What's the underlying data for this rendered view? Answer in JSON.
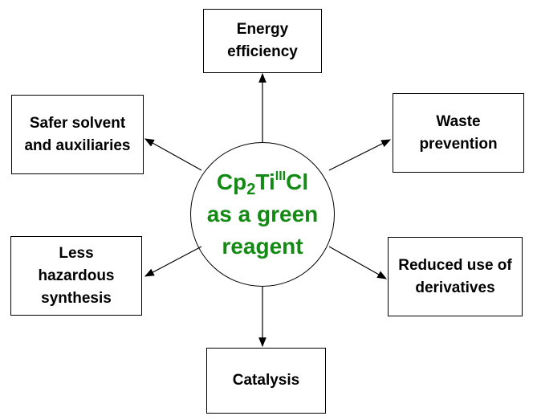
{
  "center": {
    "formula_base1": "Cp",
    "formula_sub": "2",
    "formula_base2": "Ti",
    "formula_sup": "III",
    "formula_base3": "Cl",
    "line2": "as a green",
    "line3": "reagent",
    "color": "#138a13"
  },
  "nodes": {
    "energy": "Energy efficiency",
    "safer": "Safer solvent and auxiliaries",
    "waste": "Waste prevention",
    "less": "Less hazardous synthesis",
    "reduced": "Reduced use of derivatives",
    "catalysis": "Catalysis"
  }
}
